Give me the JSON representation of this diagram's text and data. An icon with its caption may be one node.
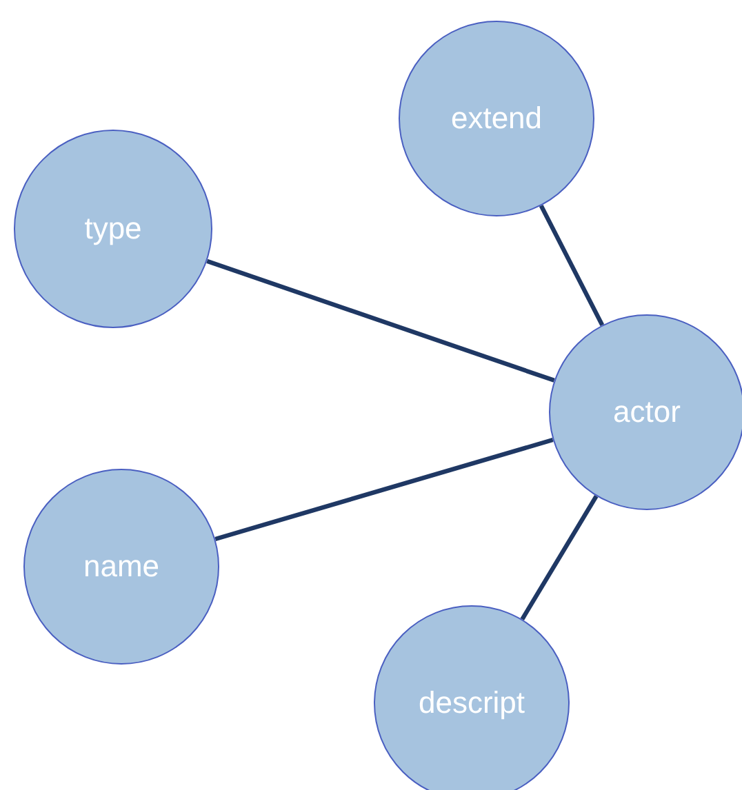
{
  "diagram": {
    "nodes": [
      {
        "text": [
          "extend"
        ]
      },
      {
        "text": [
          "type"
        ]
      },
      {
        "text": [
          "actor"
        ]
      },
      {
        "text": [
          "name"
        ]
      },
      {
        "text": [
          "descript"
        ]
      }
    ],
    "edges": [
      {
        "from": 1,
        "to": 2,
        "arrow": "none"
      },
      {
        "from": 0,
        "to": 2,
        "arrow": "none"
      },
      {
        "from": 3,
        "to": 2,
        "arrow": "none"
      },
      {
        "from": 4,
        "to": 2,
        "arrow": "none"
      }
    ]
  }
}
